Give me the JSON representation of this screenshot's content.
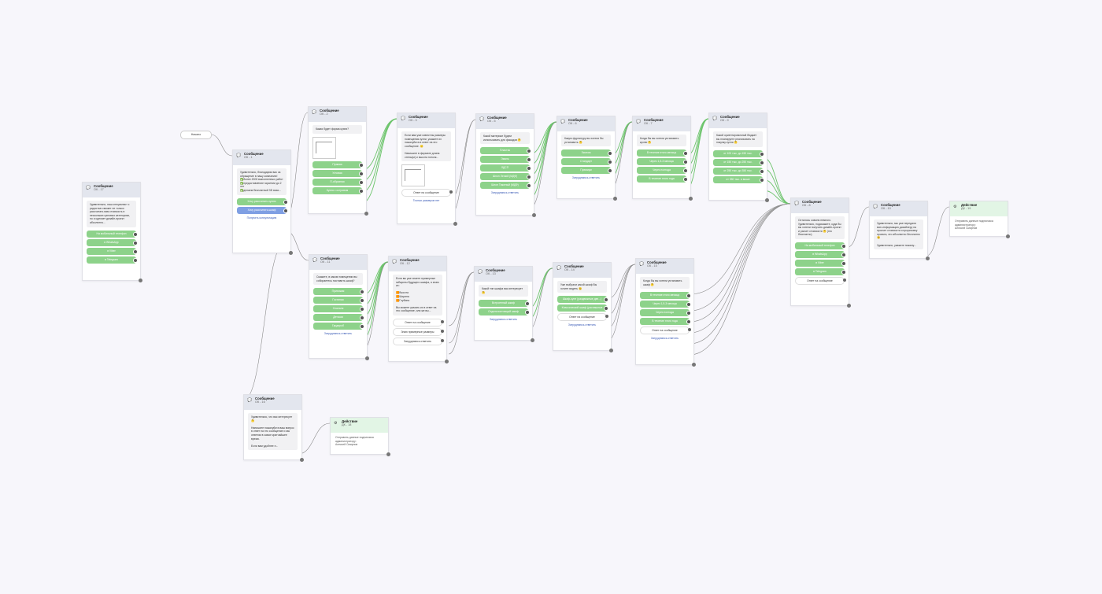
{
  "colors": {
    "canvas": "#f7f6fb",
    "button": "#8dd28a",
    "button_selected": "#7f9fe3",
    "header": "#e3e6ee",
    "action_header": "#e2f5e5",
    "edge": "#8a8a8a",
    "edge_active": "#6cc46b"
  },
  "start_label": "Начало",
  "nodes": [
    {
      "id": "ok1",
      "title": "Сообщение",
      "sub": "ОК - 1",
      "text": "Удивительно, благодарим вас за обращение в нашу компанию!\n✅более 2000 выполненных работ\n✅предоставление гарантии до 2 лет\n✅делаем бесплатный 3D визи...",
      "buttons": [
        "Хочу рассчитать кухню",
        "Хочу рассчитать шкаф"
      ],
      "selected": 1,
      "outputs": [],
      "quick": "Получить консультацию"
    },
    {
      "id": "ok2",
      "title": "Сообщение",
      "sub": "ОК - 2",
      "text": "Какая будет форма кухни?",
      "image": true,
      "buttons": [
        "Прямая",
        "Угловая",
        "П-образная",
        "Кухня с островом"
      ],
      "outputs": [],
      "quick": ""
    },
    {
      "id": "ok3",
      "title": "Сообщение",
      "sub": "ОК - 3",
      "text": "Если вам уже известны размеры помещения кухни, укажите их пожалуйста в ответ на это сообщение. 🙂\n\nНапишите в формате длина стены(м) и высота потолк...",
      "image": true,
      "buttons": [],
      "outputs": [
        "Ответ на сообщение"
      ],
      "quick": "Точных размеров нет"
    },
    {
      "id": "ok5",
      "title": "Сообщение",
      "sub": "ОК - 5",
      "text": "Какой материал будем использовать для фасадов 🤔",
      "buttons": [
        "Пластик",
        "Эмаль",
        "ЛДСП",
        "Шпон Легкий (МДФ)",
        "Шпон Тяжелый (МДФ)"
      ],
      "outputs": [],
      "quick": "Затрудняюсь ответить"
    },
    {
      "id": "ok6",
      "title": "Сообщение",
      "sub": "ОК - 6",
      "text": "Какую фурнитуру вы хотели бы установить 🤔",
      "buttons": [
        "Эконом",
        "Стандарт",
        "Премиум"
      ],
      "outputs": [],
      "quick": "Затрудняюсь ответить"
    },
    {
      "id": "ok7",
      "title": "Сообщение",
      "sub": "ОК - 7",
      "text": "Когда бы вы хотели установить кухню 🤔",
      "buttons": [
        "В течение этого месяца",
        "Через 1,5-3 месяца",
        "Через полгода",
        "В течение этого года"
      ],
      "outputs": [],
      "quick": ""
    },
    {
      "id": "ok9",
      "title": "Сообщение",
      "sub": "ОК - 9",
      "text": "Какой ориентировочный бюджет вы планируете реализовать на покупку кухни 🤔",
      "buttons": [
        "от 100 тыс. до 150 тыс.",
        "от 150 тыс. до 250 тыс.",
        "от 250 тыс. до 350 тыс.",
        "от 350 тыс. и выше"
      ],
      "outputs": [],
      "quick": ""
    },
    {
      "id": "ok8",
      "title": "Сообщение",
      "sub": "ОК - 8",
      "text": "Осталось совсем немного. Удивительно, подскажите, куда бы вы хотели получить дизайн-проект и расчет стоимости 🤔 (это бесплатно)",
      "buttons": [
        "На мобильный телефон",
        "в WhatsApp",
        "в Viber",
        "в Telegram"
      ],
      "outputs": [
        "Ответ на сообщение"
      ],
      "quick": ""
    },
    {
      "id": "ok10",
      "title": "Сообщение",
      "sub": "ОК - 10",
      "text": "Удивительно, мы уже передали всю информацию дизайнеру на просчет стоимости и прорисовку проекта, это абсолютно бесплатно 😉\n\nУдивительно, укажите пожалу...",
      "buttons": [],
      "outputs": [],
      "quick": ""
    },
    {
      "id": "ok11",
      "title": "Сообщение",
      "sub": "ОК - 11",
      "text": "Скажите, в каком помещении вы собираетесь поставить шкаф?",
      "buttons": [
        "Прихожая",
        "Гостиная",
        "Спальня",
        "Детская",
        "Гардероб"
      ],
      "outputs": [],
      "quick": "Затрудняюсь ответить"
    },
    {
      "id": "ok12",
      "title": "Сообщение",
      "sub": "ОК - 12",
      "text": "Если вы уже знаете примерные габариты будущего шкафа, я знаю их:\n\n🟧Высота\n🟧Ширина\n🟧Глубина\n\nВы можете указать их в ответ на это сообщение, или же вы...",
      "buttons": [],
      "outputs": [
        "Ответ на сообщение",
        "Знаю примерные размеры",
        "Затрудняюсь ответить"
      ],
      "quick": ""
    },
    {
      "id": "ok13",
      "title": "Сообщение",
      "sub": "ОК - 13",
      "text": "Какой тип шкафа вас интересует 🤔",
      "buttons": [
        "Встроенный шкаф",
        "Отдельностоящий шкаф"
      ],
      "outputs": [],
      "quick": "Затрудняюсь ответить"
    },
    {
      "id": "ok14",
      "title": "Сообщение",
      "sub": "ОК - 14",
      "text": "Уже выбрали какой шкаф Вы хотите видеть 😉",
      "buttons": [
        "Шкаф-купе (раздвижные две...)",
        "Классический шкаф (распашные двери)"
      ],
      "outputs": [
        "Ответ на сообщение"
      ],
      "quick": "Затрудняюсь ответить"
    },
    {
      "id": "ok15",
      "title": "Сообщение",
      "sub": "ОК - 15",
      "text": "Когда бы вы хотели установить шкаф 🤔",
      "buttons": [
        "В течение этого месяца",
        "Через 1,5-3 месяца",
        "Через полгода",
        "В течение этого года"
      ],
      "outputs": [
        "Ответ на сообщение"
      ],
      "quick": "Затрудняюсь ответить"
    },
    {
      "id": "ok16",
      "title": "Сообщение",
      "sub": "ОК - 16",
      "text": "Удивительно, что вас интересует 🤔\n\nНапишите пожалуйста ваш вопрос в ответ на это сообщение и мы ответим в самое кратчайшее время.\n\nЕсли вам удобнее п...",
      "buttons": [],
      "outputs": [],
      "quick": ""
    },
    {
      "id": "ok17",
      "title": "Сообщение",
      "sub": "ОК - 17",
      "text": "Удивительно, наш специалист с радостью сможет не только рассчитать вам стоимость в нескольких ценовых категориях, но и сделает дизайн-проект абсолютно...",
      "buttons": [
        "На мобильный телефон",
        "в WhatsApp",
        "в Viber",
        "в Telegram"
      ],
      "outputs": [],
      "quick": ""
    }
  ],
  "actions": [
    {
      "id": "dk18",
      "title": "Действие",
      "sub": "ДК - 18",
      "text": "Отправить данные подписчика администратору:\nАлексей Смирнов"
    },
    {
      "id": "dk19",
      "title": "Действие",
      "sub": "ДК - 19",
      "text": "Отправить данные подписчика администратору:\nАлексей Смирнов"
    }
  ]
}
